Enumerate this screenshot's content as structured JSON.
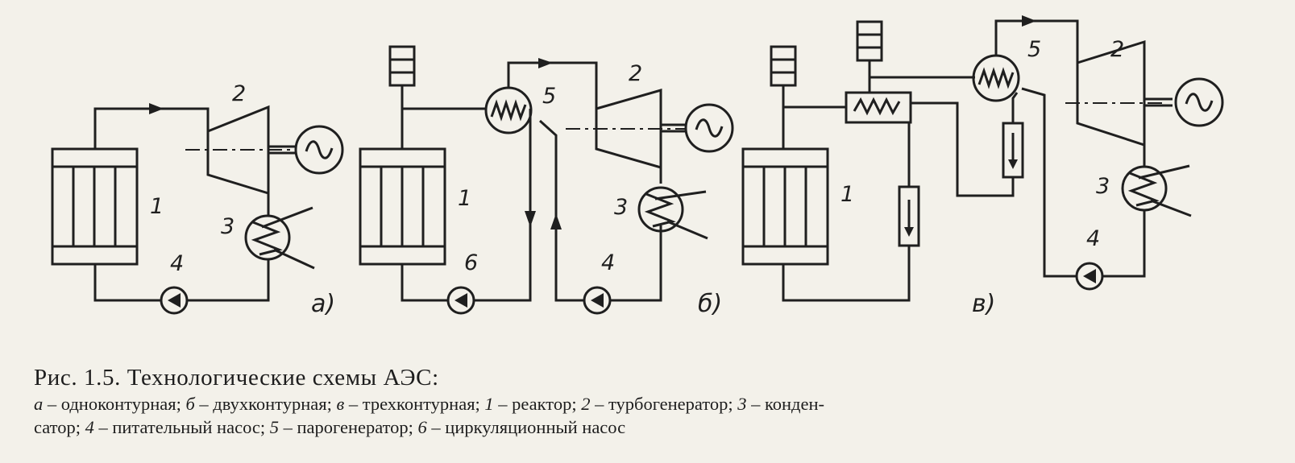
{
  "caption": {
    "title": "Рис. 1.5. Технологические схемы АЭС:",
    "legend_line1": [
      {
        "key": "а",
        "text": " – одноконтурная; "
      },
      {
        "key": "б",
        "text": " – двухконтурная; "
      },
      {
        "key": "в",
        "text": " – трехконтурная; "
      },
      {
        "key": "1",
        "text": " – реактор; "
      },
      {
        "key": "2",
        "text": " – турбогенератор; "
      },
      {
        "key": "3",
        "text": " – конден-"
      }
    ],
    "legend_line2": [
      {
        "key": "",
        "text": "сатор; "
      },
      {
        "key": "4",
        "text": " – питательный насос; "
      },
      {
        "key": "5",
        "text": " – парогенератор; "
      },
      {
        "key": "6",
        "text": " – циркуляционный насос"
      }
    ]
  },
  "diagram": {
    "generator_symbol": "~",
    "scheme_a": {
      "sublabel": "а)",
      "reactor": "1",
      "turbine": "2",
      "condenser": "3",
      "feed_pump": "4"
    },
    "scheme_b": {
      "sublabel": "б)",
      "reactor": "1",
      "turbine": "2",
      "condenser": "3",
      "feed_pump": "4",
      "steam_generator": "5",
      "circ_pump": "6"
    },
    "scheme_v": {
      "sublabel": "в)",
      "reactor": "1",
      "turbine": "2",
      "condenser": "3",
      "feed_pump": "4",
      "steam_generator": "5"
    }
  }
}
